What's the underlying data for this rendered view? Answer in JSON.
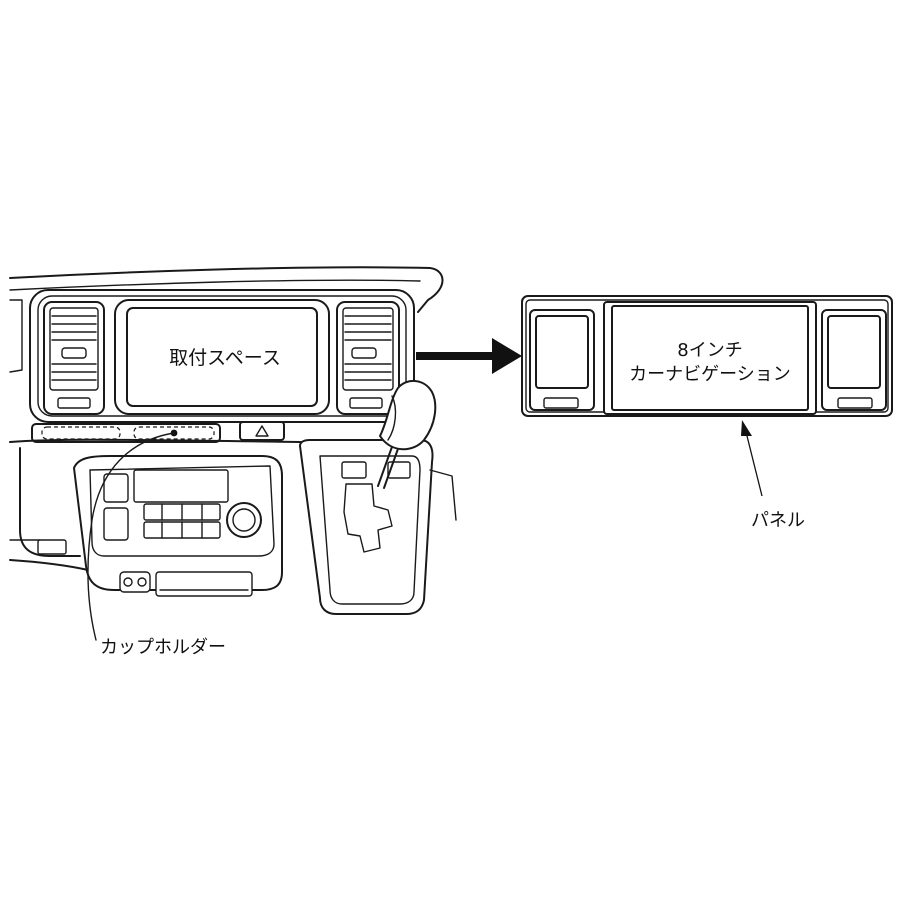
{
  "labels": {
    "install_space": "取付スペース",
    "navi_line1": "8インチ",
    "navi_line2": "カーナビゲーション",
    "panel": "パネル",
    "cup_holder": "カップホルダー"
  }
}
